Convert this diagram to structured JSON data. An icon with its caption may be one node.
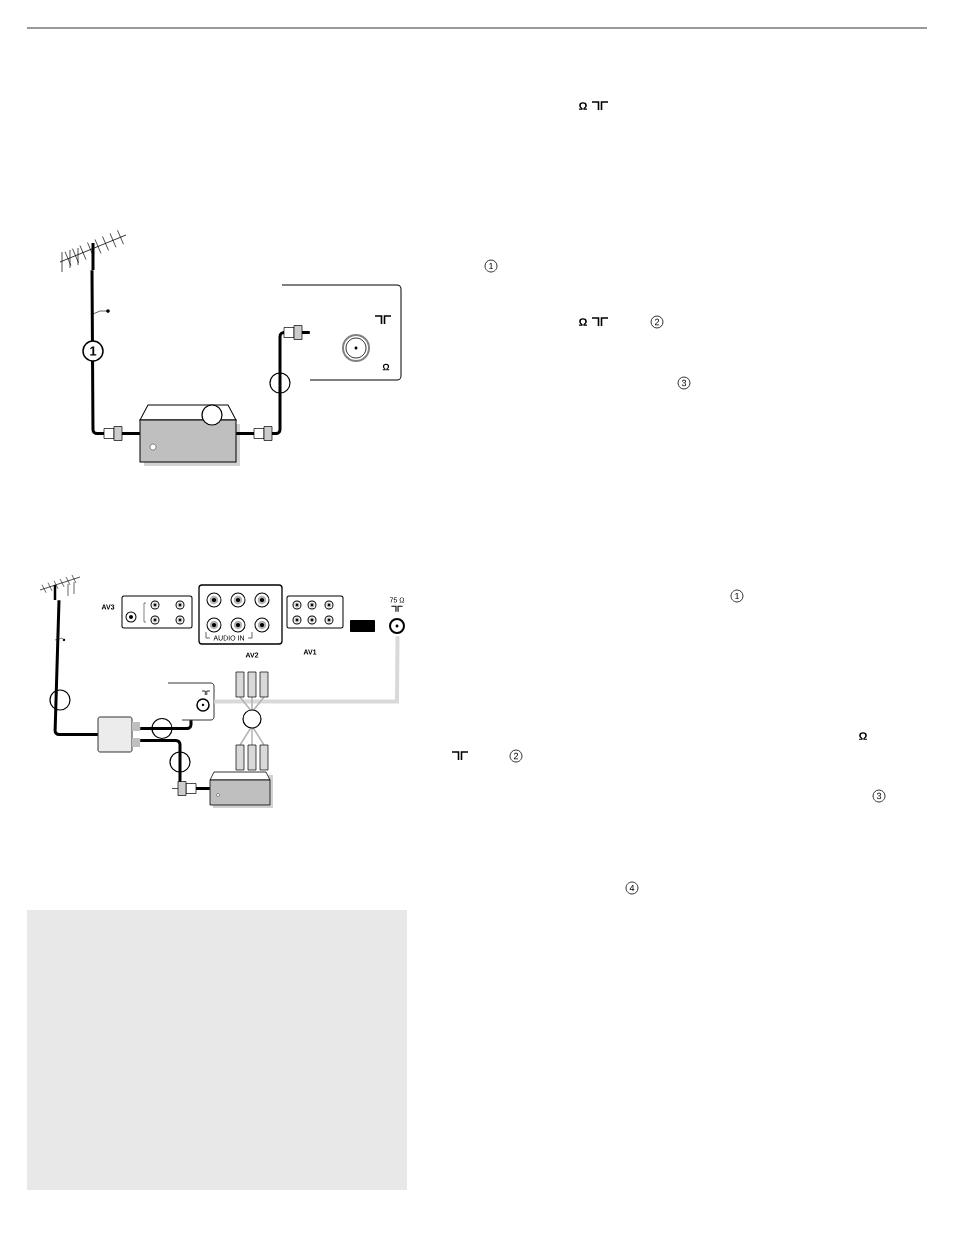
{
  "diagram": {
    "nodes": [
      {
        "text": [],
        "shape": "picture"
      },
      {
        "text": [],
        "shape": "box"
      },
      {
        "text": [
          "Ω"
        ]
      },
      {
        "text": [],
        "shape": "picture"
      },
      {
        "text": [
          "AV3"
        ]
      },
      {
        "text": [
          "AUDIO IN",
          "AV2"
        ]
      },
      {
        "text": [
          "AV1"
        ]
      },
      {
        "text": [
          "75 Ω"
        ]
      },
      {
        "text": [],
        "shape": "box"
      },
      {
        "text": [],
        "shape": "box"
      },
      {
        "text": [],
        "shape": "box"
      },
      {
        "text": [],
        "shape": "box"
      }
    ],
    "edges": [
      {
        "from": 0,
        "to": 1,
        "arrow": "none",
        "label": "1"
      },
      {
        "from": 1,
        "to": 2,
        "arrow": "none"
      },
      {
        "from": 3,
        "to": 8,
        "arrow": "none"
      },
      {
        "from": 8,
        "to": 9,
        "arrow": "none"
      },
      {
        "from": 8,
        "to": 10,
        "arrow": "none"
      },
      {
        "from": 7,
        "to": 9,
        "arrow": "none",
        "color": "#d9d9d9"
      }
    ],
    "labels": [
      "Ω",
      "1",
      "Ω",
      "2",
      "3",
      "1",
      "Ω",
      "2",
      "3",
      "4"
    ]
  }
}
